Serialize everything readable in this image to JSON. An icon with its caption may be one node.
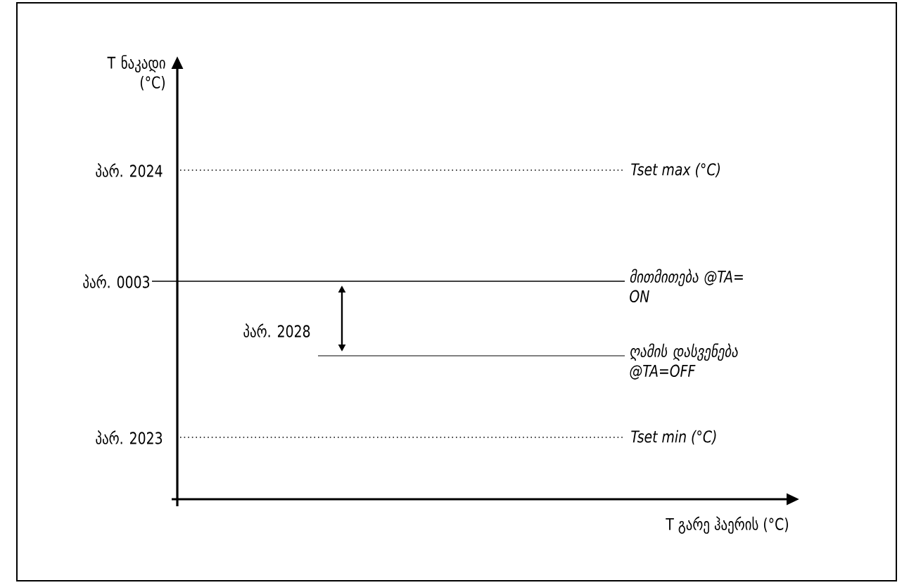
{
  "diagram": {
    "labels": [
      "T ნაკადი (°C)",
      "პარ. 2024",
      "Tset max (°C)",
      "პარ. 0003",
      "მითმითება @TA= ON",
      "პარ. 2028",
      "ღამის დასვენება @TA=OFF",
      "პარ. 2023",
      "Tset min (°C)",
      "T გარე ჰაერის (°C)"
    ]
  }
}
